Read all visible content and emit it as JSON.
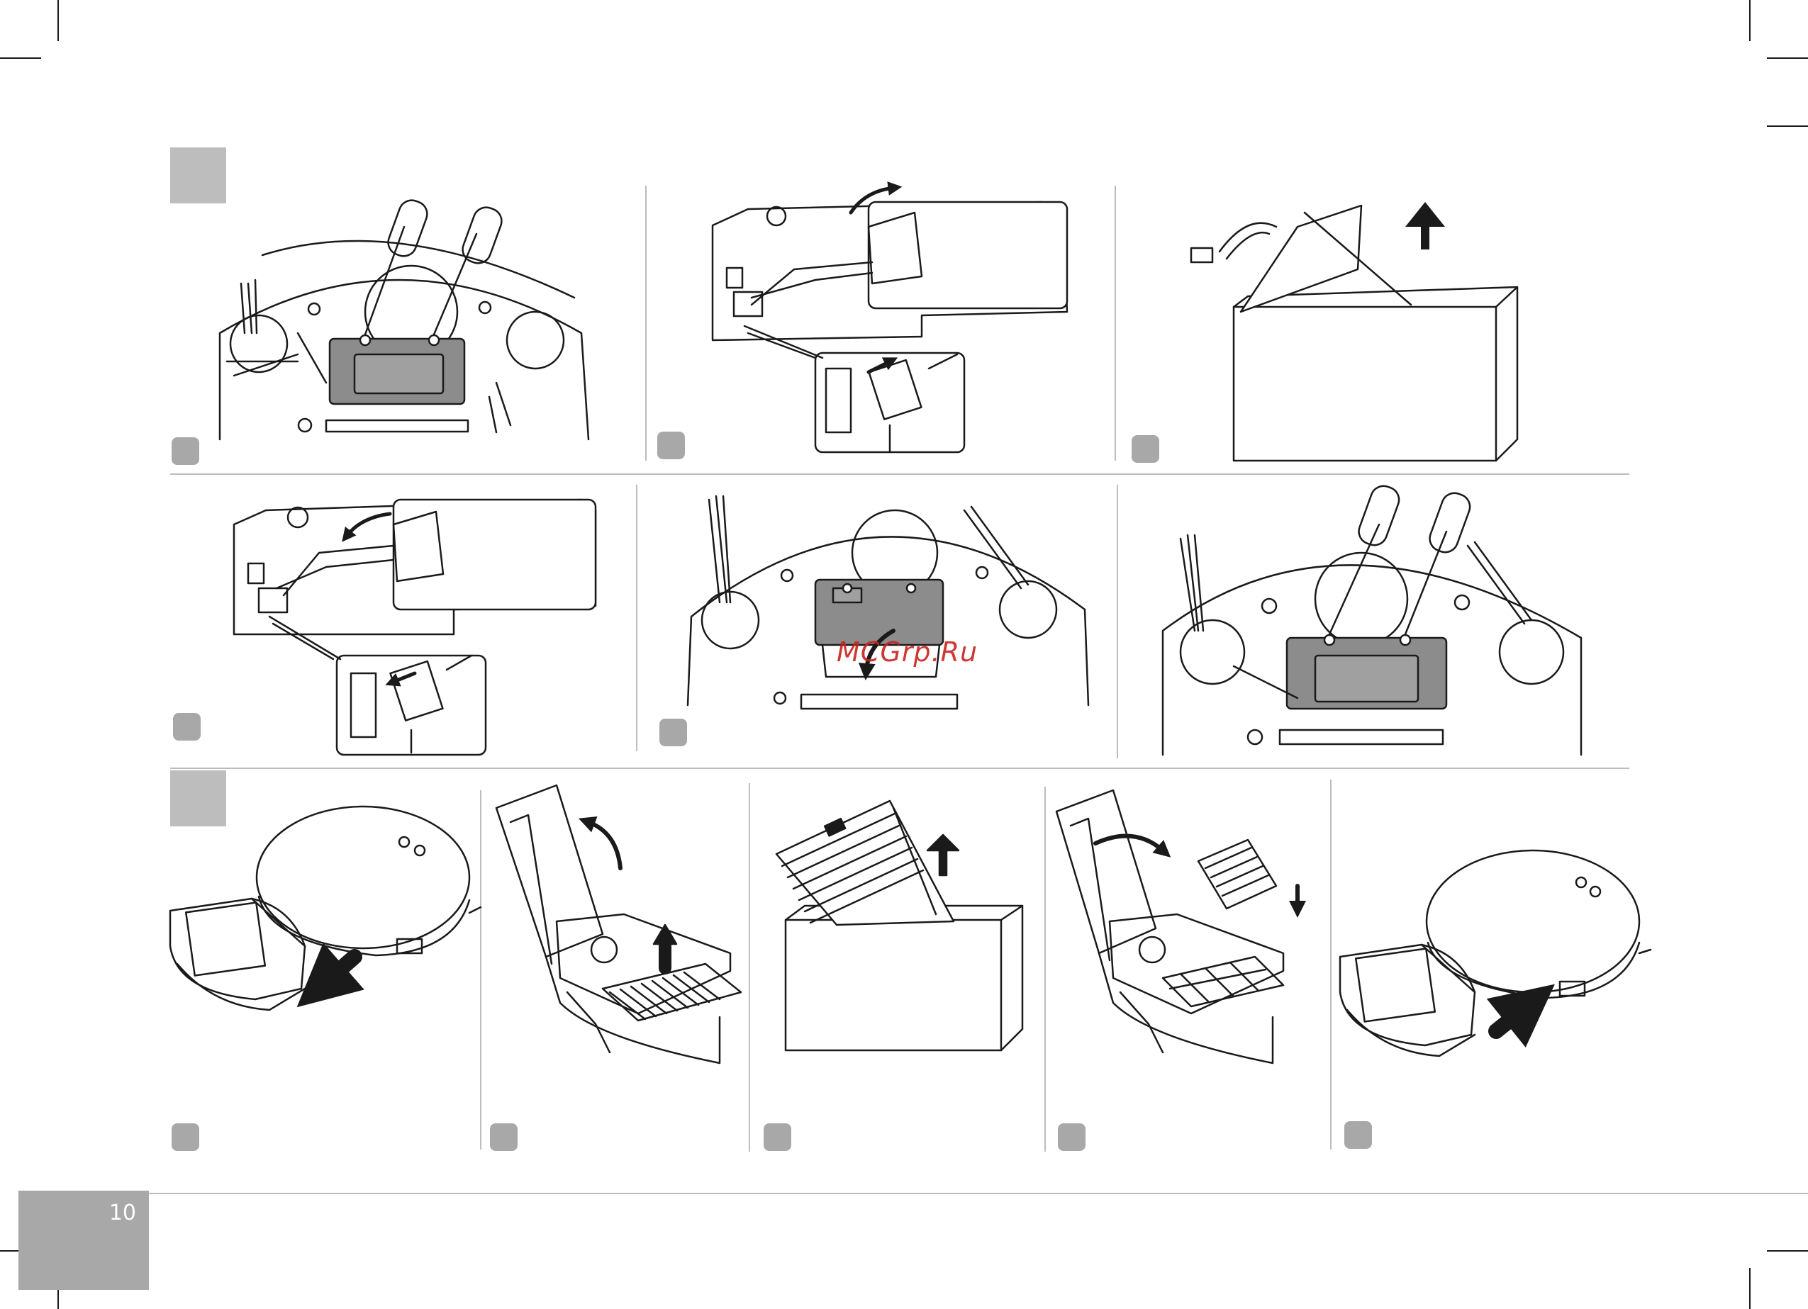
{
  "page": {
    "number": "10",
    "watermark": "MCGrp.Ru"
  },
  "colors": {
    "line": "#1a1a1a",
    "section_badge": "#bdbdbd",
    "step_badge": "#a8a8a8",
    "battery_fill": "#8c8c8c",
    "divider": "#bdbdbd",
    "watermark": "#c8231e"
  },
  "sections": [
    {
      "id": "battery-replacement",
      "steps": [
        {
          "icon": "robot-bottom-unscrew-cover-icon"
        },
        {
          "icon": "battery-disconnect-plug-icon"
        },
        {
          "icon": "battery-dispose-box-icon"
        },
        {
          "icon": "battery-connect-plug-icon"
        },
        {
          "icon": "battery-cover-close-icon"
        },
        {
          "icon": "robot-bottom-screw-cover-icon"
        }
      ]
    },
    {
      "id": "filter-replacement",
      "steps": [
        {
          "icon": "dustbin-remove-icon"
        },
        {
          "icon": "dustbin-lid-open-filter-out-icon"
        },
        {
          "icon": "filter-dispose-box-icon"
        },
        {
          "icon": "filter-insert-lid-close-icon"
        },
        {
          "icon": "dustbin-insert-icon"
        }
      ]
    }
  ]
}
